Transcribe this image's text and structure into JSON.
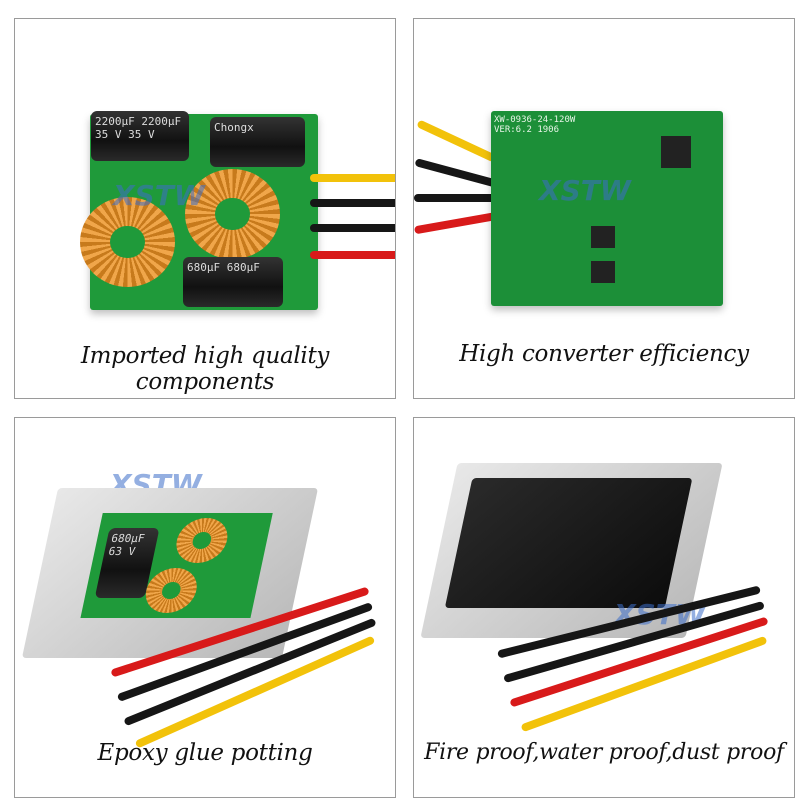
{
  "panels": [
    {
      "caption": "Imported high quality components",
      "labels": [
        "2200µF 2200µF",
        "35 V  35 V",
        "680µF 680µF",
        "Chongx"
      ]
    },
    {
      "caption": "High converter efficiency",
      "labels": [
        "XW-0936-24-120W",
        "VER:6.2 1906"
      ]
    },
    {
      "caption": "Epoxy glue potting",
      "labels": [
        "680µF",
        "63 V"
      ]
    },
    {
      "caption": "Fire proof,water proof,dust proof",
      "labels": []
    }
  ],
  "logo": "XSTW",
  "colors": {
    "pcb": "#1f9a3a",
    "copper": "#e08a2a",
    "wire_yellow": "#f2c20a",
    "wire_red": "#d81a1a",
    "wire_black": "#161616"
  }
}
